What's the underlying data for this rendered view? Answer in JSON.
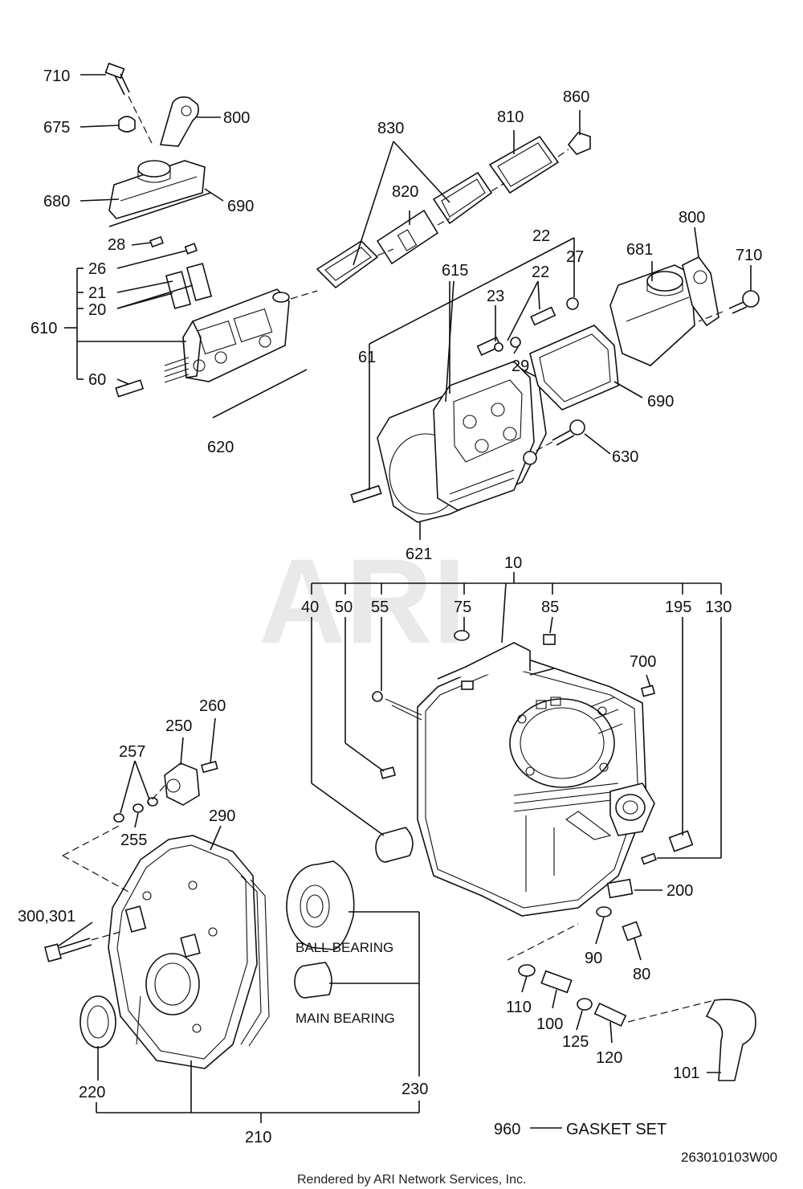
{
  "watermark": "ARI",
  "footer": "Rendered by ARI Network Services, Inc.",
  "diagram_code": "263010103W00",
  "gasket_set": {
    "number": "960",
    "label": "GASKET SET"
  },
  "bearing_labels": {
    "ball": "BALL BEARING",
    "main": "MAIN BEARING"
  },
  "callouts": {
    "c710a": "710",
    "c675": "675",
    "c800a": "800",
    "c680": "680",
    "c690a": "690",
    "c28": "28",
    "c26": "26",
    "c21": "21",
    "c20": "20",
    "c610": "610",
    "c60": "60",
    "c620": "620",
    "c830": "830",
    "c810": "810",
    "c860": "860",
    "c820": "820",
    "c615": "615",
    "c22a": "22",
    "c27": "27",
    "c22b": "22",
    "c23": "23",
    "c29": "29",
    "c61": "61",
    "c681": "681",
    "c800b": "800",
    "c710b": "710",
    "c690b": "690",
    "c630": "630",
    "c621": "621",
    "c10": "10",
    "c40": "40",
    "c50": "50",
    "c55": "55",
    "c75": "75",
    "c85": "85",
    "c195": "195",
    "c130": "130",
    "c700": "700",
    "c260": "260",
    "c250": "250",
    "c257": "257",
    "c255": "255",
    "c290": "290",
    "c300": "300,301",
    "c200": "200",
    "c90": "90",
    "c80": "80",
    "c110": "110",
    "c100": "100",
    "c125": "125",
    "c120": "120",
    "c101": "101",
    "c220": "220",
    "c230": "230",
    "c210": "210"
  }
}
